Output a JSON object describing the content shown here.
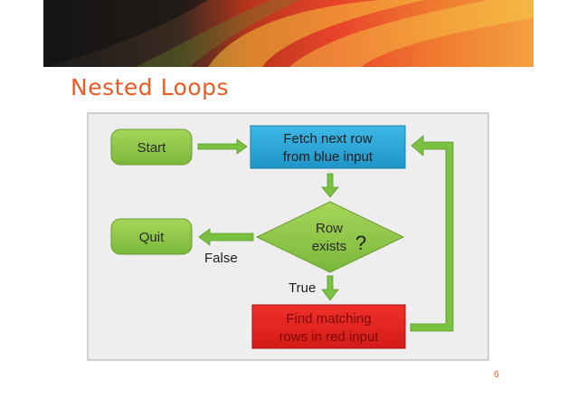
{
  "slide": {
    "title": "Nested Loops",
    "page_number": "6"
  },
  "flowchart": {
    "start_label": "Start",
    "quit_label": "Quit",
    "fetch_line1": "Fetch next row",
    "fetch_line2": "from blue input",
    "decision_line1": "Row",
    "decision_line2": "exists",
    "decision_mark": "?",
    "false_label": "False",
    "true_label": "True",
    "find_line1": "Find matching",
    "find_line2": "rows in red input"
  },
  "colors": {
    "title": "#ee5a24",
    "green_node": "#8cc63f",
    "blue_node": "#2aa7d8",
    "red_node": "#e8231f",
    "arrow": "#7ac142",
    "panel": "#eeeeee"
  }
}
